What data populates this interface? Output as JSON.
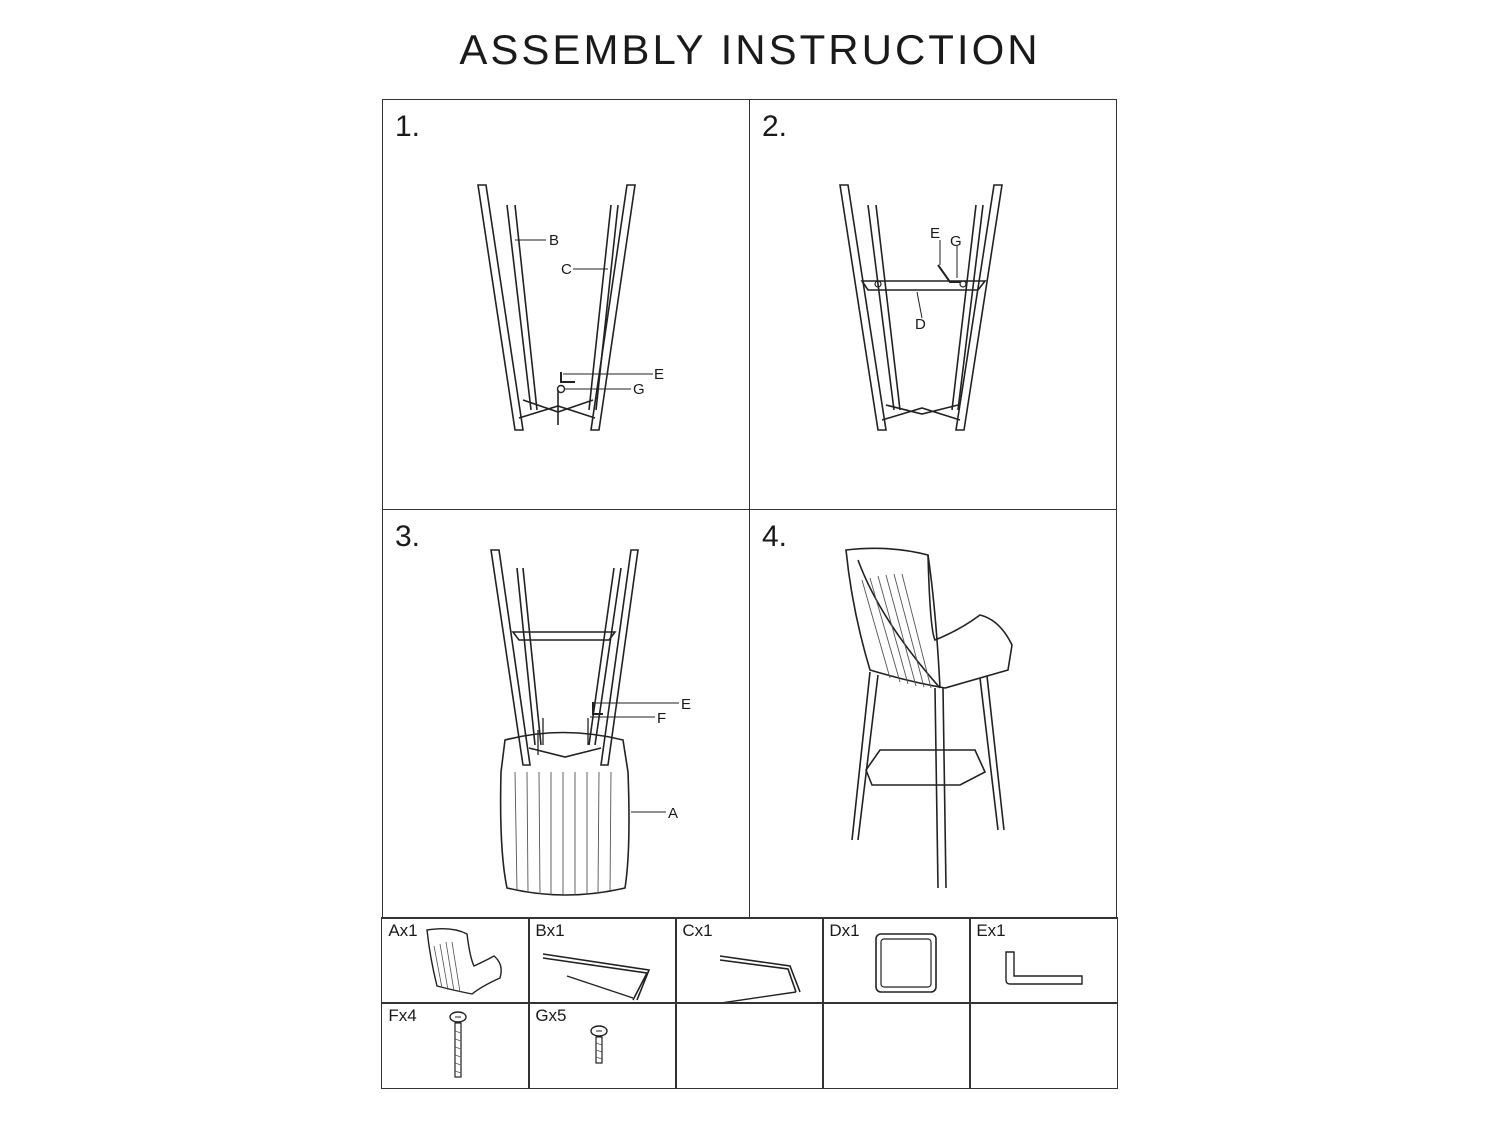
{
  "title": "ASSEMBLY INSTRUCTION",
  "steps": [
    {
      "number": "1.",
      "callouts": [
        "B",
        "C",
        "E",
        "G"
      ]
    },
    {
      "number": "2.",
      "callouts": [
        "E",
        "G",
        "D"
      ]
    },
    {
      "number": "3.",
      "callouts": [
        "E",
        "F",
        "A"
      ]
    },
    {
      "number": "4.",
      "callouts": []
    }
  ],
  "parts": [
    {
      "label": "Ax1",
      "icon": "seat-shell-icon"
    },
    {
      "label": "Bx1",
      "icon": "leg-frame-b-icon"
    },
    {
      "label": "Cx1",
      "icon": "leg-frame-c-icon"
    },
    {
      "label": "Dx1",
      "icon": "footrest-ring-icon"
    },
    {
      "label": "Ex1",
      "icon": "allen-key-icon"
    },
    {
      "label": "Fx4",
      "icon": "long-bolt-icon"
    },
    {
      "label": "Gx5",
      "icon": "short-bolt-icon"
    },
    {
      "label": "",
      "icon": ""
    },
    {
      "label": "",
      "icon": ""
    },
    {
      "label": "",
      "icon": ""
    }
  ]
}
